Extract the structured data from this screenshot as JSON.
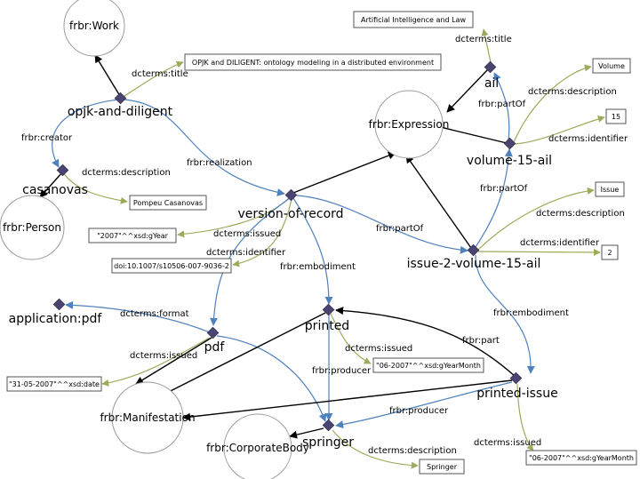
{
  "classes": {
    "work": "frbr:Work",
    "person": "frbr:Person",
    "expression": "frbr:Expression",
    "manifestation": "frbr:Manifestation",
    "corporate_body": "frbr:CorporateBody"
  },
  "nodes": {
    "opjk": "opjk-and-diligent",
    "casanovas": "casanovas",
    "version_of_record": "version-of-record",
    "ail": "ail",
    "volume": "volume-15-ail",
    "issue": "issue-2-volume-15-ail",
    "application_pdf": "application:pdf",
    "pdf": "pdf",
    "printed": "printed",
    "printed_issue": "printed-issue",
    "springer": "springer"
  },
  "literals": {
    "opjk_title": "OPJK and DILIGENT: ontology modeling in a distributed environment",
    "pompeu": "Pompeu Casanovas",
    "year_2007": "\"2007\"^^xsd:gYear",
    "doi": "doi:10.1007/s10506-007-9036-2",
    "ail_title": "Artificial Intelligence and Law",
    "volume_desc": "Volume",
    "volume_id": "15",
    "issue_desc": "Issue",
    "issue_id": "2",
    "pdf_date": "\"31-05-2007\"^^xsd:date",
    "printed_date": "\"06-2007\"^^xsd:gYearMonth",
    "printed_issue_date": "\"06-2007\"^^xsd:gYearMonth",
    "springer_desc": "Springer"
  },
  "edge_labels": {
    "dcterms_title_opjk": "dcterms:title",
    "frbr_creator": "frbr:creator",
    "dcterms_description_casanovas": "dcterms:description",
    "frbr_realization": "frbr:realization",
    "dcterms_issued_vor": "dcterms:issued",
    "dcterms_identifier_vor": "dcterms:identifier",
    "frbr_embodiment_vor": "frbr:embodiment",
    "frbr_partOf_vor": "frbr:partOf",
    "dcterms_title_ail": "dcterms:title",
    "frbr_partOf_ail": "frbr:partOf",
    "dcterms_description_volume": "dcterms:description",
    "dcterms_identifier_volume": "dcterms:identifier",
    "frbr_partOf_issue": "frbr:partOf",
    "dcterms_description_issue": "dcterms:description",
    "dcterms_identifier_issue": "dcterms:identifier",
    "frbr_embodiment_issue": "frbr:embodiment",
    "dcterms_format": "dcterms:format",
    "dcterms_issued_pdf": "dcterms:issued",
    "dcterms_issued_printed": "dcterms:issued",
    "frbr_producer_printed": "frbr:producer",
    "frbr_part": "frbr:part",
    "frbr_producer_issue": "frbr:producer",
    "dcterms_description_springer": "dcterms:description",
    "dcterms_issued_printed_issue": "dcterms:issued"
  },
  "colors": {
    "black_edge": "#000000",
    "blue_edge": "#4f81bd",
    "olive_edge": "#9bab5a",
    "node_fill": "#4a4570"
  }
}
